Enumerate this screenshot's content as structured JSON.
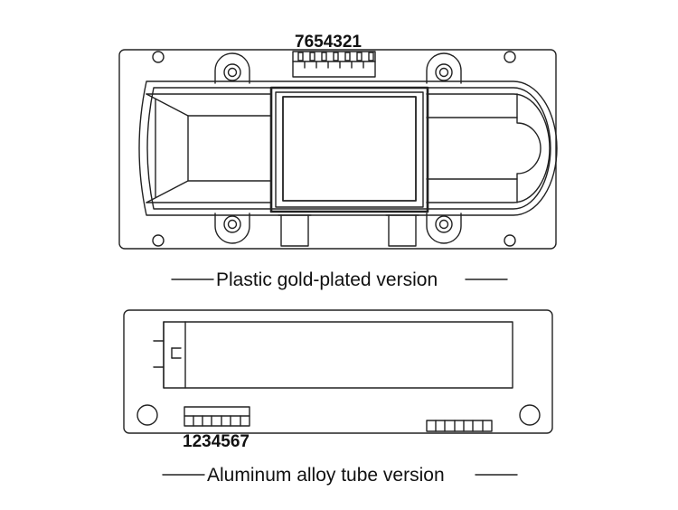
{
  "drawing": {
    "top_unit": {
      "pin_numbers": "7654321",
      "caption": "Plastic gold-plated version"
    },
    "bottom_unit": {
      "pin_numbers": "1234567",
      "caption": "Aluminum alloy tube version"
    },
    "line_color": "#222222",
    "background": "#ffffff"
  }
}
